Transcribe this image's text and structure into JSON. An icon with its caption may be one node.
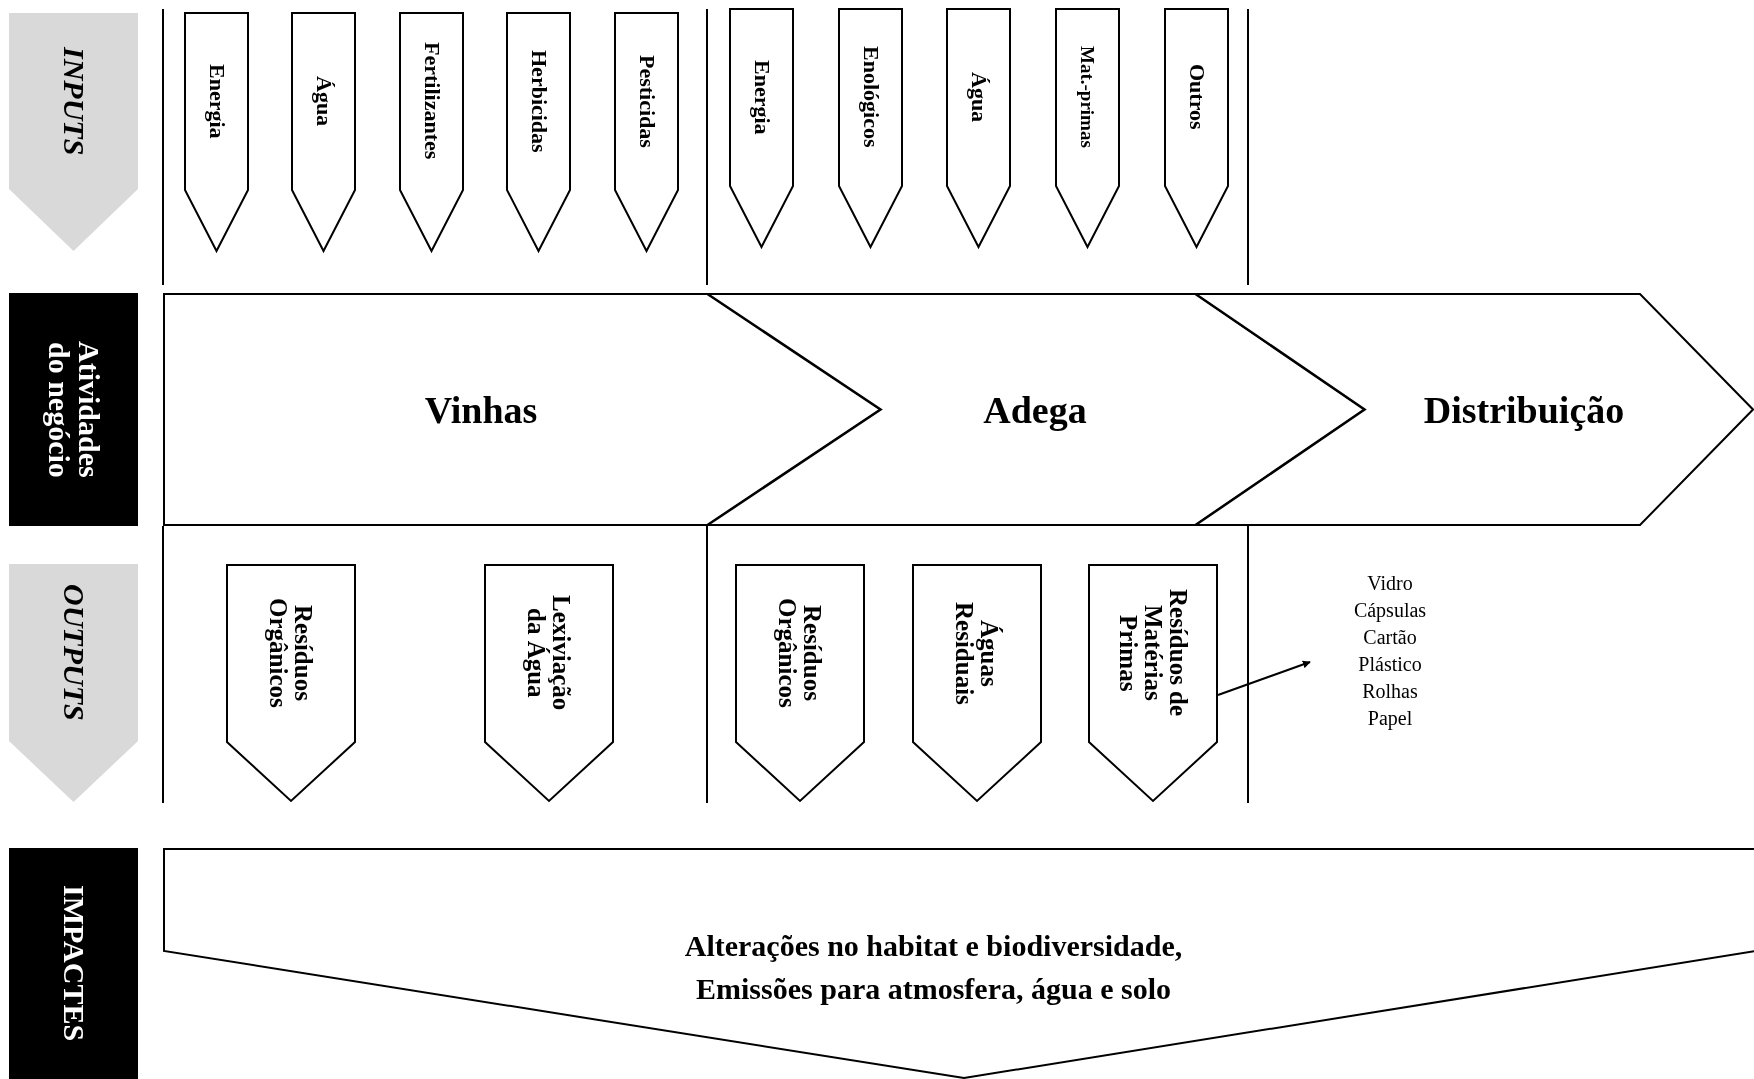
{
  "diagram": {
    "nodes": [
      {
        "text": [
          "INPUTS"
        ]
      },
      {
        "text": [
          "Atividades do negócio"
        ]
      },
      {
        "text": [
          "OUTPUTS"
        ]
      },
      {
        "text": [
          "IMPACTES"
        ]
      },
      {
        "text": [
          "Energia"
        ]
      },
      {
        "text": [
          "Água"
        ]
      },
      {
        "text": [
          "Fertilizantes"
        ]
      },
      {
        "text": [
          "Herbicidas"
        ]
      },
      {
        "text": [
          "Pesticidas"
        ]
      },
      {
        "text": [
          "Energia"
        ]
      },
      {
        "text": [
          "Enológicos"
        ]
      },
      {
        "text": [
          "Água"
        ]
      },
      {
        "text": [
          "Mat.-primas"
        ]
      },
      {
        "text": [
          "Outros"
        ]
      },
      {
        "text": [
          "Vinhas"
        ]
      },
      {
        "text": [
          "Adega"
        ]
      },
      {
        "text": [
          "Distribuição"
        ]
      },
      {
        "text": [
          "Resíduos Orgânicos"
        ]
      },
      {
        "text": [
          "Lexiviação da Água"
        ]
      },
      {
        "text": [
          "Resíduos Orgânicos"
        ]
      },
      {
        "text": [
          "Águas Residuais"
        ]
      },
      {
        "text": [
          "Resíduos de Matérias Primas"
        ]
      },
      {
        "text": [
          "Vidro",
          "Cápsulas",
          "Cartão",
          "Plástico",
          "Rolhas",
          "Papel"
        ]
      },
      {
        "text": [
          "Alterações no habitat e biodiversidade, Emissões para atmosfera, água e solo"
        ]
      }
    ],
    "edges": [
      {
        "from": 21,
        "to": 22,
        "arrow": "to"
      }
    ]
  }
}
